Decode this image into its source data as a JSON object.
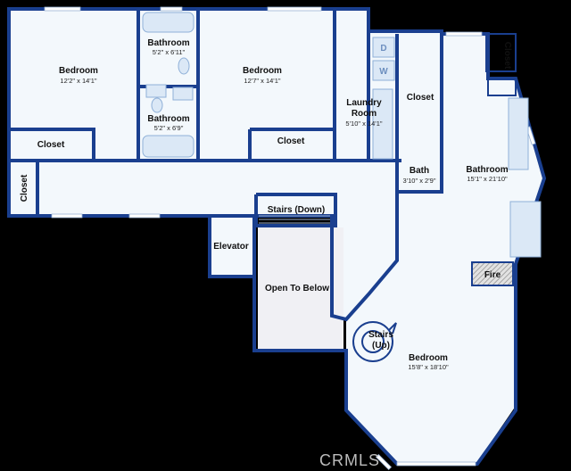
{
  "rooms": {
    "bedroom_nw": {
      "name": "Bedroom",
      "dim": "12'2\" x 14'1\""
    },
    "bath_upper": {
      "name": "Bathroom",
      "dim": "5'2\" x 6'11\""
    },
    "bath_lower": {
      "name": "Bathroom",
      "dim": "5'2\" x 6'9\""
    },
    "bedroom_n": {
      "name": "Bedroom",
      "dim": "12'7\" x 14'1\""
    },
    "laundry": {
      "name_line1": "Laundry",
      "name_line2": "Room",
      "dim": "5'10\" x 14'1\""
    },
    "closet_w": {
      "name": "Closet"
    },
    "closet_n": {
      "name": "Closet"
    },
    "closet_hall": {
      "name": "Closet"
    },
    "closet_mid": {
      "name": "Closet"
    },
    "closet_ne": {
      "name": "Closet"
    },
    "bath_small": {
      "name": "Bath",
      "dim": "3'10\" x 2'9\""
    },
    "bath_master": {
      "name": "Bathroom",
      "dim": "15'1\" x 21'10\""
    },
    "stairs_down": {
      "name": "Stairs (Down)"
    },
    "elevator": {
      "name": "Elevator"
    },
    "open_below": {
      "name": "Open To Below"
    },
    "fire": {
      "name": "Fire"
    },
    "stairs_up": {
      "name_line1": "Stairs",
      "name_line2": "(Up)"
    },
    "bedroom_master": {
      "name": "Bedroom",
      "dim": "15'8\" x 18'10\""
    }
  },
  "appliances": {
    "dryer": "D",
    "washer": "W"
  },
  "watermark": "CRMLS",
  "colors": {
    "wall": "#1a3f8f",
    "floor": "#f3f8fc",
    "background": "#000000",
    "open_to_below": "#f0f0f4",
    "fire_hatch": "#c7c7c7"
  }
}
